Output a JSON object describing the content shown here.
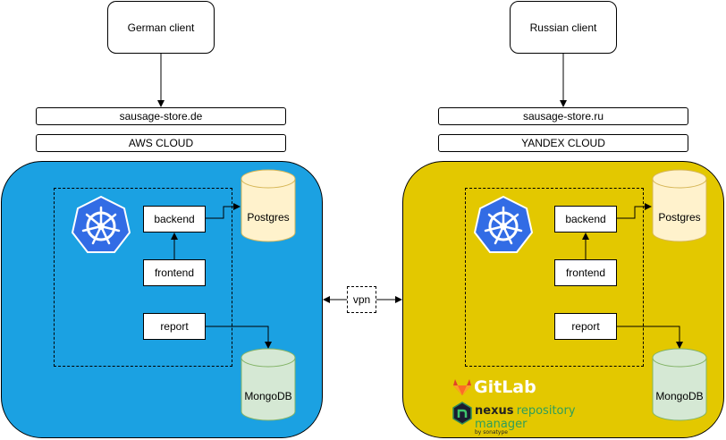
{
  "colors": {
    "aws_cloud": "#1ba1e2",
    "yandex_cloud": "#e3c800",
    "db_yellow": "#fff2cc",
    "db_yellow_border": "#d6b656",
    "db_green": "#d5e8d4",
    "db_green_border": "#82b366",
    "k8s_blue": "#326ce5",
    "gitlab_orange": "#e24329"
  },
  "left": {
    "client": "German client",
    "domain": "sausage-store.de",
    "cloud": "AWS CLOUD",
    "backend": "backend",
    "frontend": "frontend",
    "report": "report",
    "postgres": "Postgres",
    "mongodb": "MongoDB"
  },
  "right": {
    "client": "Russian client",
    "domain": "sausage-store.ru",
    "cloud": "YANDEX CLOUD",
    "backend": "backend",
    "frontend": "frontend",
    "report": "report",
    "postgres": "Postgres",
    "mongodb": "MongoDB",
    "gitlab": "GitLab",
    "nexus_brand": "nexus",
    "nexus_product": "repository manager",
    "nexus_by": "by sonatype"
  },
  "vpn": "vpn",
  "icons": [
    "kubernetes-icon",
    "gitlab-icon",
    "nexus-icon"
  ]
}
